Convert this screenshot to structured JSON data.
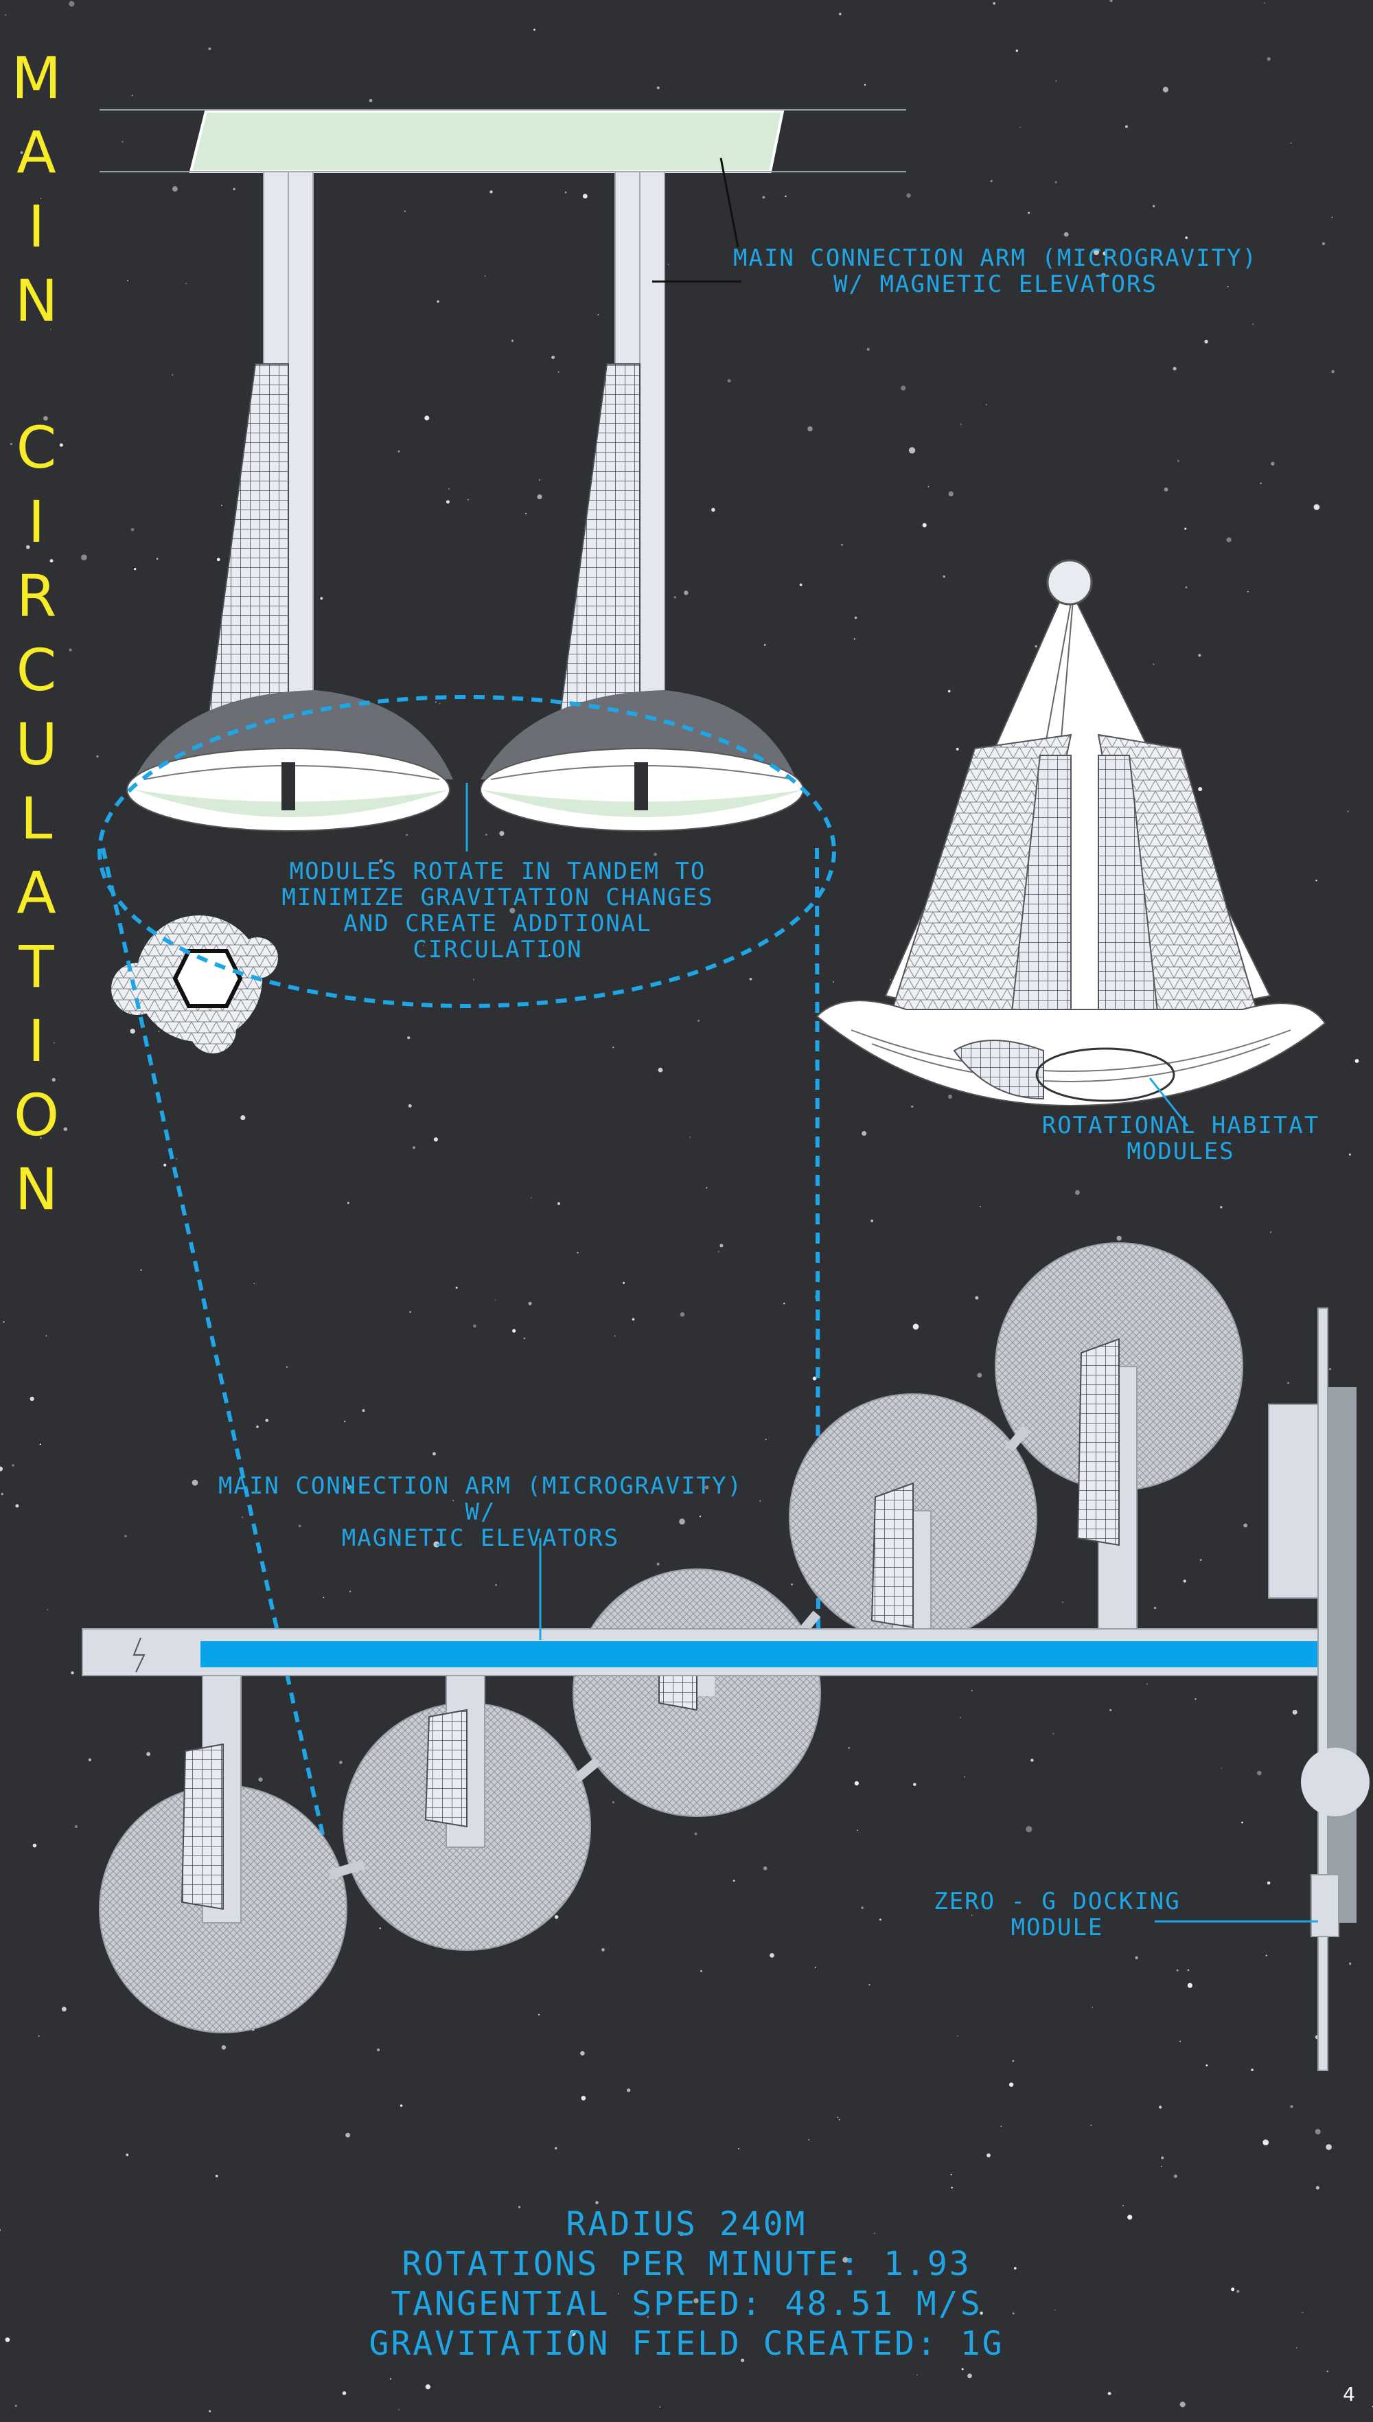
{
  "title": {
    "words": [
      "MAIN",
      "CIRCULATION"
    ]
  },
  "labels": {
    "arm_top": "MAIN CONNECTION ARM (MICROGRAVITY)\nW/ MAGNETIC ELEVATORS",
    "modules_rotate": "MODULES ROTATE IN TANDEM TO\nMINIMIZE GRAVITATION CHANGES\nAND CREATE ADDTIONAL\nCIRCULATION",
    "rotational_habitat": "ROTATIONAL HABITAT\nMODULES",
    "arm_bottom": "MAIN CONNECTION ARM (MICROGRAVITY) W/\nMAGNETIC ELEVATORS",
    "docking": "ZERO - G DOCKING\nMODULE"
  },
  "stats": {
    "radius": "RADIUS 240M",
    "rpm": "ROTATIONS PER MINUTE: 1.93",
    "speed": "TANGENTIAL SPEED: 48.51 M/S",
    "gravity": "GRAVITATION FIELD CREATED: 1G"
  },
  "page_number": "4",
  "colors": {
    "background": "#2f3034",
    "accent_blue": "#1fa6e6",
    "title_yellow": "#f7ec27",
    "structure_light": "#d9dde6",
    "green_tint": "#d8ebd6"
  }
}
